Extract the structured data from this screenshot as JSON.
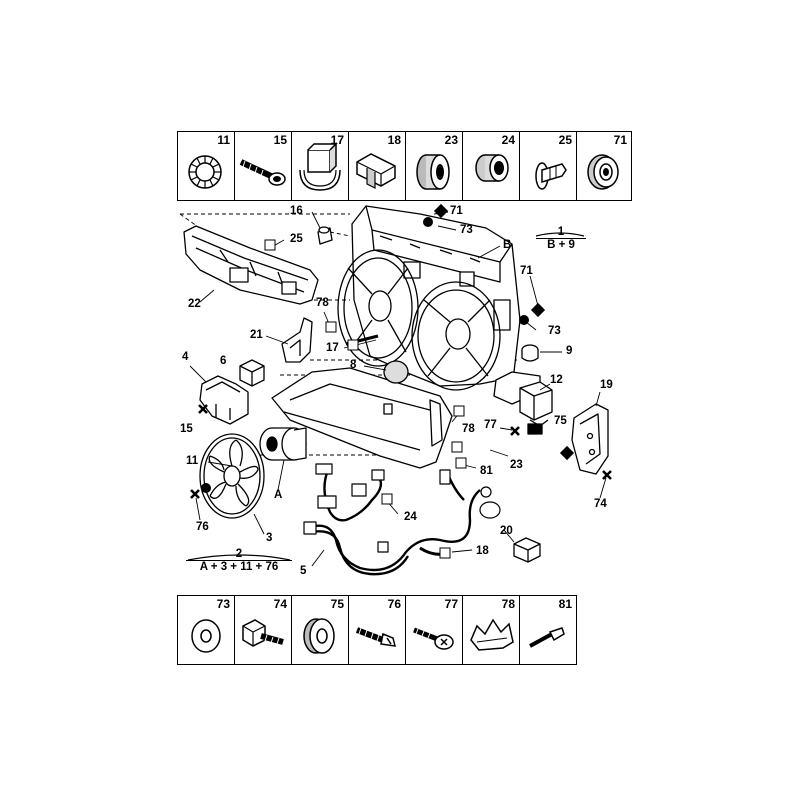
{
  "top_table": {
    "cells": [
      {
        "num": "11",
        "icon": "clip-ring-icon"
      },
      {
        "num": "15",
        "icon": "screw-icon"
      },
      {
        "num": "17",
        "icon": "strap-clip-icon"
      },
      {
        "num": "18",
        "icon": "bracket-clip-icon"
      },
      {
        "num": "23",
        "icon": "grommet-icon"
      },
      {
        "num": "24",
        "icon": "bushing-icon"
      },
      {
        "num": "25",
        "icon": "push-rivet-icon"
      },
      {
        "num": "71",
        "icon": "rubber-mount-icon"
      }
    ]
  },
  "bottom_table": {
    "cells": [
      {
        "num": "73",
        "icon": "washer-icon"
      },
      {
        "num": "74",
        "icon": "stud-clip-icon"
      },
      {
        "num": "75",
        "icon": "grommet-ring-icon"
      },
      {
        "num": "76",
        "icon": "flat-screw-icon"
      },
      {
        "num": "77",
        "icon": "tapping-screw-icon"
      },
      {
        "num": "78",
        "icon": "spring-clip-icon"
      },
      {
        "num": "81",
        "icon": "pin-icon"
      }
    ]
  },
  "callouts": [
    {
      "id": "c16",
      "text": "16"
    },
    {
      "id": "c71a",
      "text": "71"
    },
    {
      "id": "c73a",
      "text": "73"
    },
    {
      "id": "c25",
      "text": "25"
    },
    {
      "id": "cB",
      "text": "B"
    },
    {
      "id": "c71b",
      "text": "71"
    },
    {
      "id": "c22",
      "text": "22"
    },
    {
      "id": "c78a",
      "text": "78"
    },
    {
      "id": "c73b",
      "text": "73"
    },
    {
      "id": "c21",
      "text": "21"
    },
    {
      "id": "c17",
      "text": "17"
    },
    {
      "id": "c9",
      "text": "9"
    },
    {
      "id": "c4",
      "text": "4"
    },
    {
      "id": "c6",
      "text": "6"
    },
    {
      "id": "c8",
      "text": "8"
    },
    {
      "id": "c12",
      "text": "12"
    },
    {
      "id": "c19",
      "text": "19"
    },
    {
      "id": "c15",
      "text": "15"
    },
    {
      "id": "c75",
      "text": "75"
    },
    {
      "id": "c78b",
      "text": "78"
    },
    {
      "id": "c77",
      "text": "77"
    },
    {
      "id": "c11",
      "text": "11"
    },
    {
      "id": "c23",
      "text": "23"
    },
    {
      "id": "c81",
      "text": "81"
    },
    {
      "id": "cA",
      "text": "A"
    },
    {
      "id": "c74",
      "text": "74"
    },
    {
      "id": "c76",
      "text": "76"
    },
    {
      "id": "c3",
      "text": "3"
    },
    {
      "id": "c24",
      "text": "24"
    },
    {
      "id": "c20",
      "text": "20"
    },
    {
      "id": "c18",
      "text": "18"
    },
    {
      "id": "c5",
      "text": "5"
    }
  ],
  "kits": {
    "kit1": {
      "num": "1",
      "formula": "B + 9"
    },
    "kit2": {
      "num": "2",
      "formula": "A + 3 + 11 + 76"
    }
  }
}
